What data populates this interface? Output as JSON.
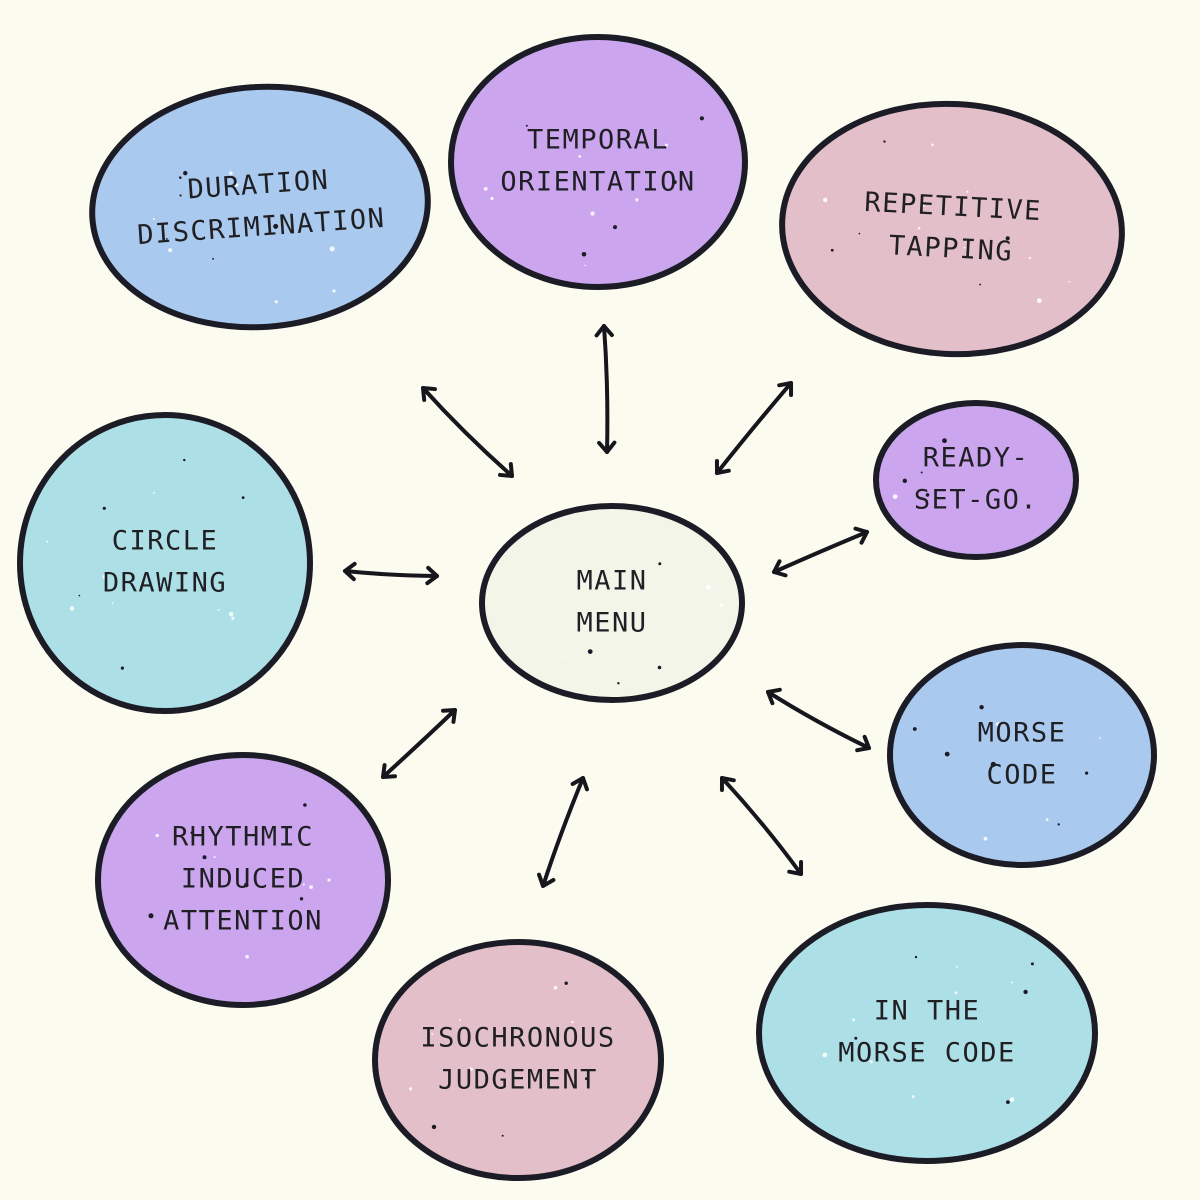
{
  "diagram": {
    "center": {
      "id": "main",
      "lines": [
        "MAIN",
        "MENU"
      ],
      "color": "#f2f5e8"
    },
    "nodes": [
      {
        "id": "duration",
        "lines": [
          "DURATION",
          "DISCRIMINATION"
        ],
        "color": "#a9c9ee"
      },
      {
        "id": "temporal",
        "lines": [
          "TEMPORAL",
          "ORIENTATION"
        ],
        "color": "#cba6ef"
      },
      {
        "id": "tapping",
        "lines": [
          "REPETITIVE",
          "TAPPING"
        ],
        "color": "#e3bfc9"
      },
      {
        "id": "readysetgo",
        "lines": [
          "READY-",
          "SET-GO."
        ],
        "color": "#cba6ef"
      },
      {
        "id": "morse",
        "lines": [
          "MORSE",
          "CODE"
        ],
        "color": "#a9c9ee"
      },
      {
        "id": "inmorse",
        "lines": [
          "IN THE",
          "MORSE CODE"
        ],
        "color": "#ade0e6"
      },
      {
        "id": "isochronous",
        "lines": [
          "ISOCHRONOUS",
          "JUDGEMENT"
        ],
        "color": "#e3bfc9"
      },
      {
        "id": "rhythmic",
        "lines": [
          "RHYTHMIC",
          "INDUCED",
          "ATTENTION"
        ],
        "color": "#cba6ef"
      },
      {
        "id": "circle",
        "lines": [
          "CIRCLE",
          "DRAWING"
        ],
        "color": "#ade0e6"
      }
    ],
    "edges": [
      {
        "from": "main",
        "to": "duration",
        "direction": "both"
      },
      {
        "from": "main",
        "to": "temporal",
        "direction": "both"
      },
      {
        "from": "main",
        "to": "tapping",
        "direction": "both"
      },
      {
        "from": "main",
        "to": "readysetgo",
        "direction": "both"
      },
      {
        "from": "main",
        "to": "morse",
        "direction": "both"
      },
      {
        "from": "main",
        "to": "inmorse",
        "direction": "both"
      },
      {
        "from": "main",
        "to": "isochronous",
        "direction": "both"
      },
      {
        "from": "main",
        "to": "rhythmic",
        "direction": "both"
      },
      {
        "from": "main",
        "to": "circle",
        "direction": "both"
      }
    ]
  }
}
